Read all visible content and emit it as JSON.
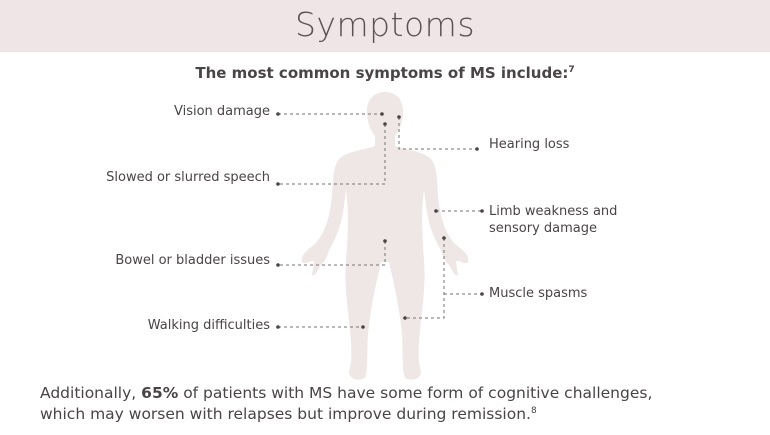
{
  "title": "Symptoms",
  "subtitle": "The most common symptoms of MS include:",
  "subtitle_ref": "7",
  "symptoms": {
    "vision": "Vision damage",
    "speech": "Slowed or slurred speech",
    "bowel": "Bowel or bladder issues",
    "walking": "Walking difficulties",
    "hearing": "Hearing loss",
    "limb_line1": "Limb weakness and",
    "limb_line2": "sensory damage",
    "muscle": "Muscle spasms"
  },
  "footer": {
    "prefix": "Additionally, ",
    "percent": "65%",
    "line1_rest": " of patients with MS have some form of cognitive challenges,",
    "line2": "which may worsen with relapses but improve during remission.",
    "ref": "8"
  },
  "colors": {
    "header_bg": "#efe4e6",
    "silhouette": "#efe6e6",
    "text": "#4a4446"
  }
}
